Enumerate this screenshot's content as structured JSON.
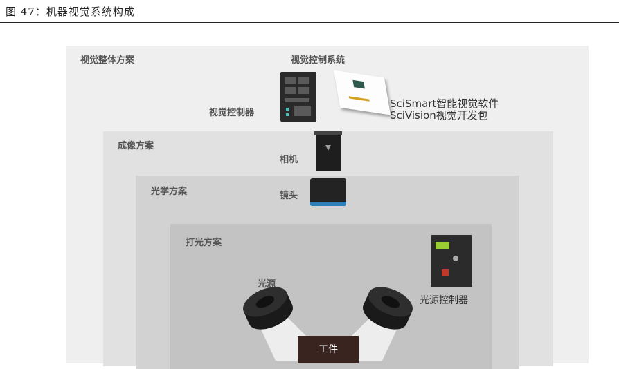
{
  "figure_title": "图 47：机器视觉系统构成",
  "sections": {
    "overall": "视觉整体方案",
    "imaging": "成像方案",
    "optics": "光学方案",
    "lighting": "打光方案"
  },
  "components": {
    "vision_control_system": "视觉控制系统",
    "vision_controller": "视觉控制器",
    "software_line1": "SciSmart智能视觉软件",
    "software_line2": "SciVision视觉开发包",
    "camera": "相机",
    "lens": "镜头",
    "light_source": "光源",
    "light_source_controller": "光源控制器",
    "workpiece": "工件"
  }
}
